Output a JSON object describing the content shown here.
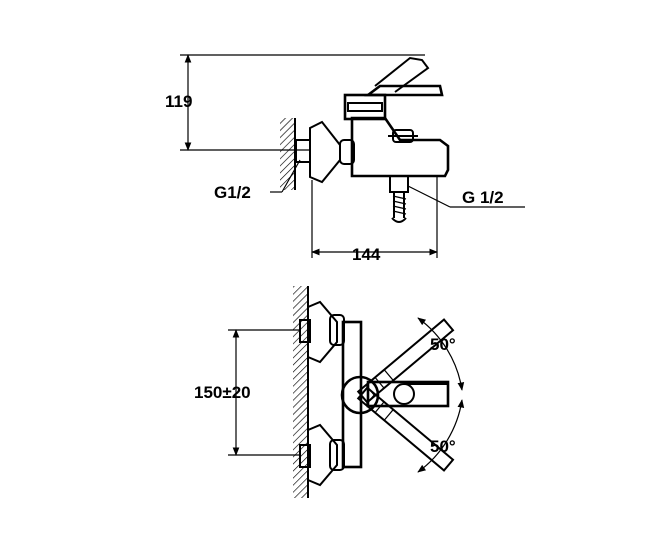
{
  "top_view": {
    "height_label": "119",
    "inlet_thread_label": "G1/2",
    "outlet_thread_label": "G 1/2",
    "width_label": "144"
  },
  "front_view": {
    "center_distance_label": "150±20",
    "angle_up_label": "50°",
    "angle_down_label": "50°"
  },
  "colors": {
    "line": "#000000",
    "hatch": "#000000",
    "background": "#ffffff"
  }
}
